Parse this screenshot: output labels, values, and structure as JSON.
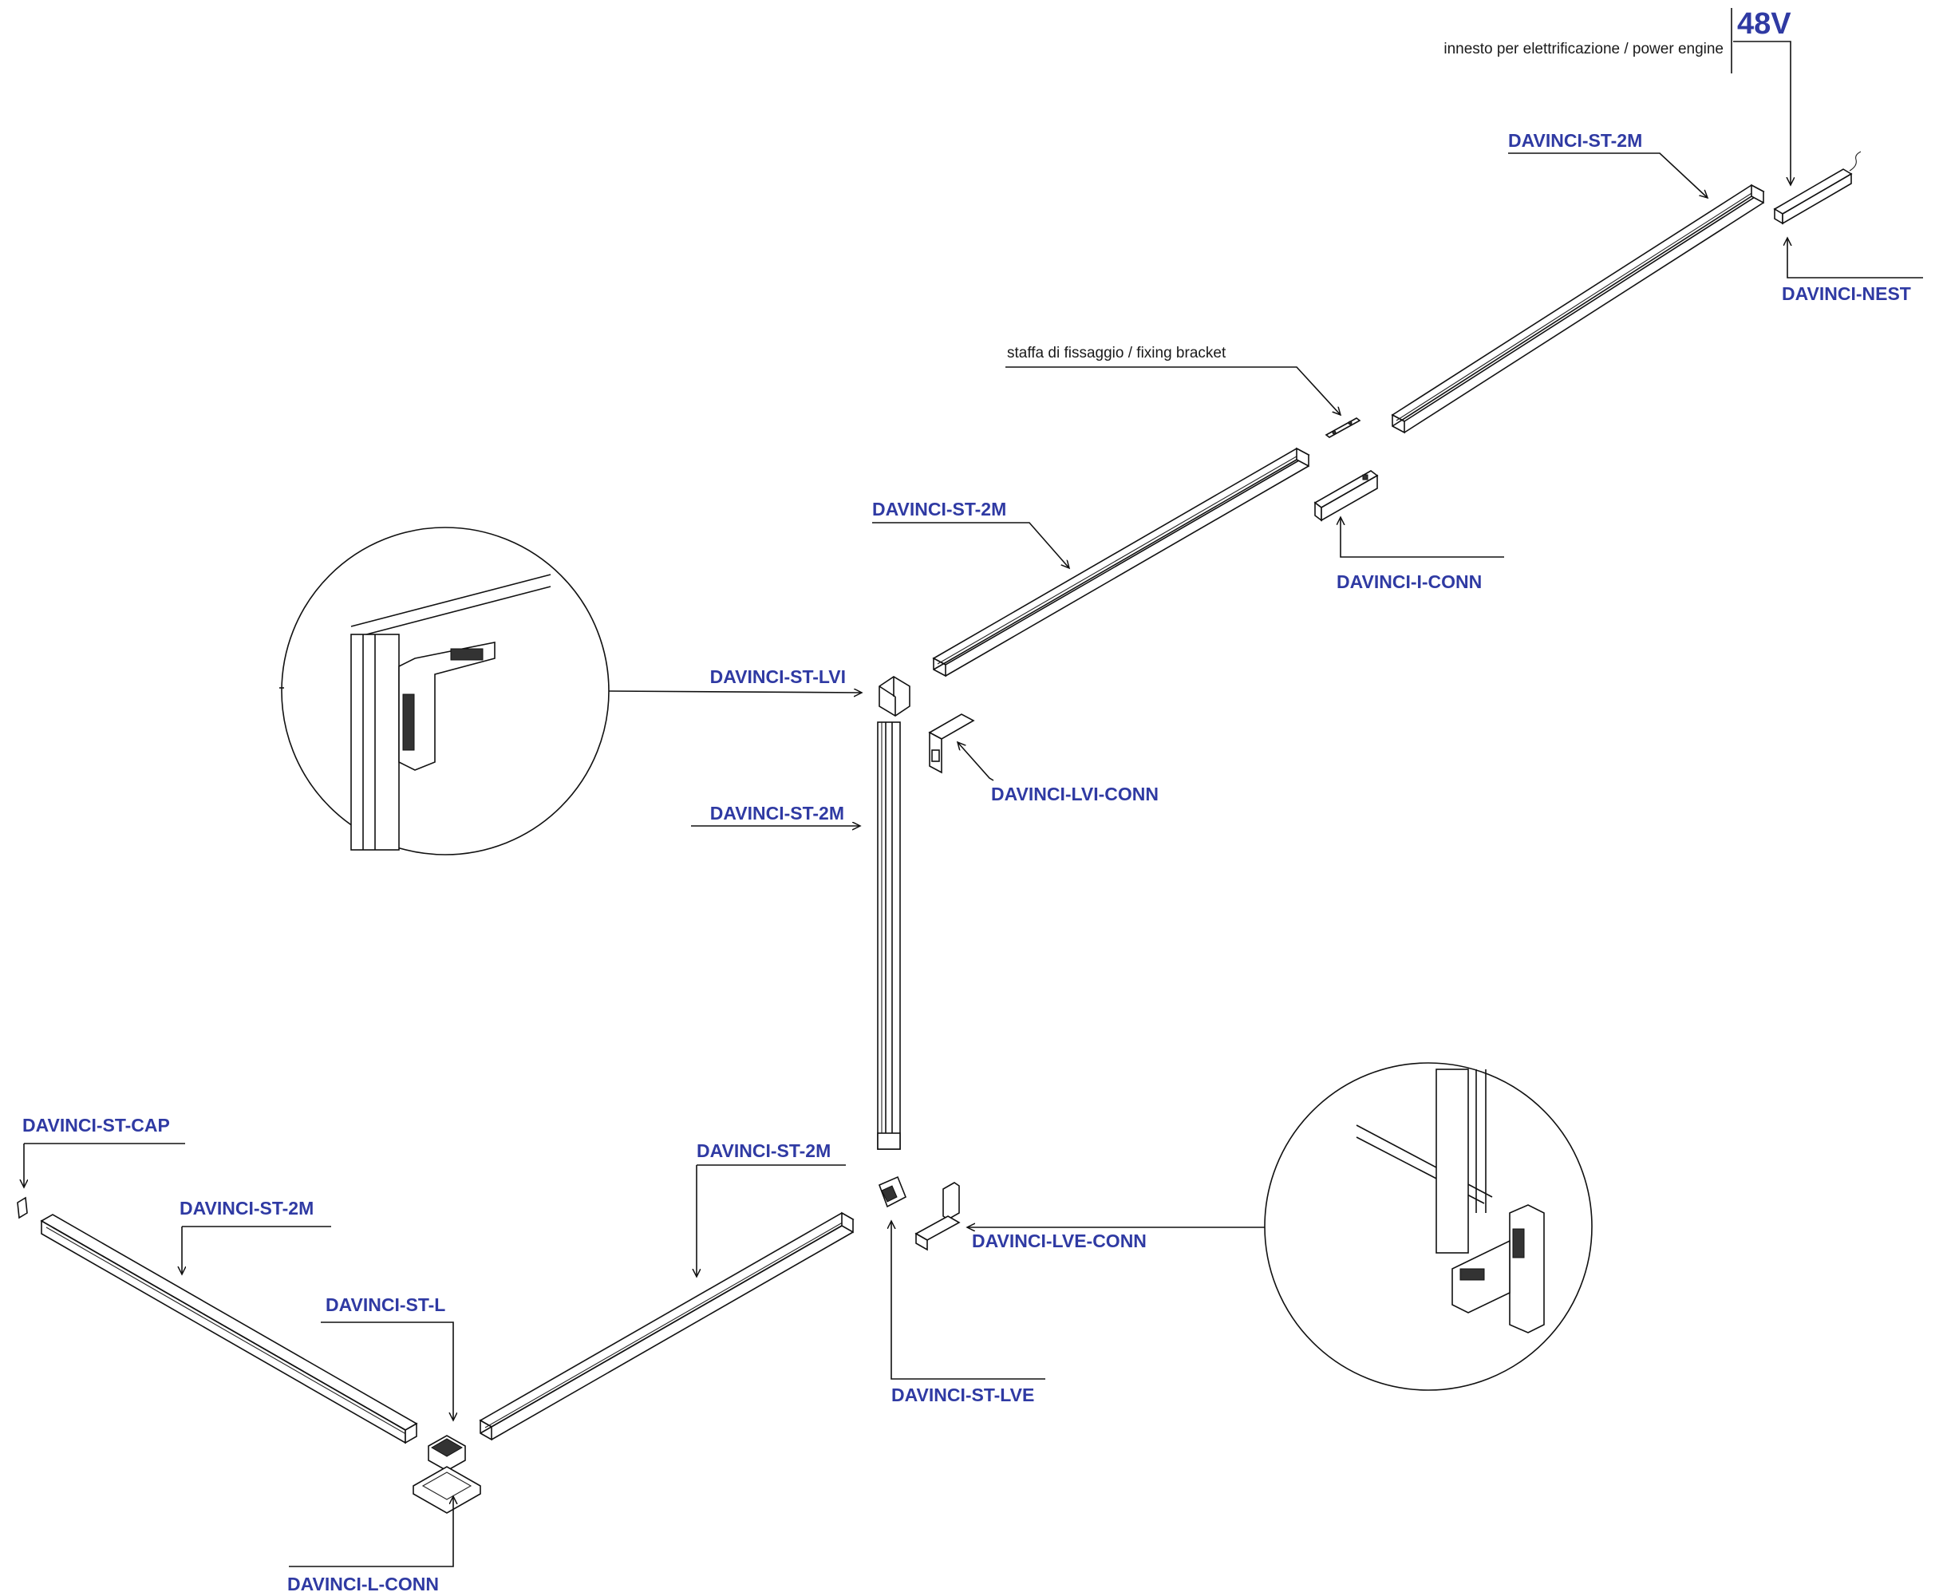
{
  "notes": {
    "voltage": "48V",
    "power_engine": "innesto per elettrificazione / power engine",
    "fixing_bracket": "staffa di fissaggio / fixing bracket"
  },
  "labels": {
    "st_2m_top": "DAVINCI-ST-2M",
    "nest": "DAVINCI-NEST",
    "st_2m_upper": "DAVINCI-ST-2M",
    "i_conn": "DAVINCI-I-CONN",
    "st_lvi": "DAVINCI-ST-LVI",
    "lvi_conn": "DAVINCI-LVI-CONN",
    "st_2m_vertical": "DAVINCI-ST-2M",
    "st_cap": "DAVINCI-ST-CAP",
    "st_2m_left": "DAVINCI-ST-2M",
    "st_2m_right": "DAVINCI-ST-2M",
    "lve_conn": "DAVINCI-LVE-CONN",
    "st_l": "DAVINCI-ST-L",
    "st_lve": "DAVINCI-ST-LVE",
    "l_conn": "DAVINCI-L-CONN"
  },
  "colors": {
    "label": "#2f3aa3",
    "line": "#111111"
  }
}
